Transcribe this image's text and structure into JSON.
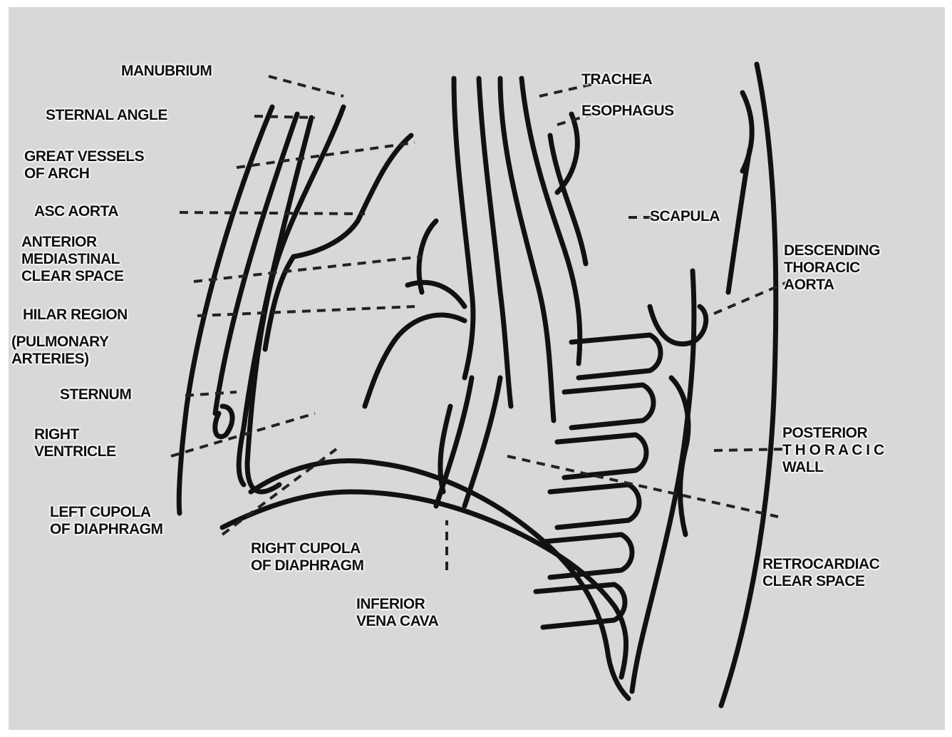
{
  "labels": {
    "manubrium": "MANUBRIUM",
    "sternal_angle": "STERNAL ANGLE",
    "great_vessels": "GREAT VESSELS\nOF ARCH",
    "asc_aorta": "ASC AORTA",
    "anterior_mediastinal": "ANTERIOR\nMEDIASTINAL\nCLEAR SPACE",
    "hilar_region": "HILAR REGION",
    "pulmonary_arteries": "(PULMONARY\nARTERIES)",
    "sternum": "STERNUM",
    "right_ventricle": "RIGHT\nVENTRICLE",
    "left_cupola": "LEFT CUPOLA\nOF DIAPHRAGM",
    "right_cupola": "RIGHT CUPOLA\nOF DIAPHRAGM",
    "inferior_vena_cava": "INFERIOR\nVENA CAVA",
    "trachea": "TRACHEA",
    "esophagus": "ESOPHAGUS",
    "scapula": "SCAPULA",
    "descending_aorta": "DESCENDING\nTHORACIC\nAORTA",
    "posterior_wall": "POSTERIOR\nT H O R A C I C\nWALL",
    "retrocardiac": "RETROCARDIAC\nCLEAR SPACE"
  },
  "colors": {
    "background": "#d8d8d6",
    "ink": "#111111"
  }
}
